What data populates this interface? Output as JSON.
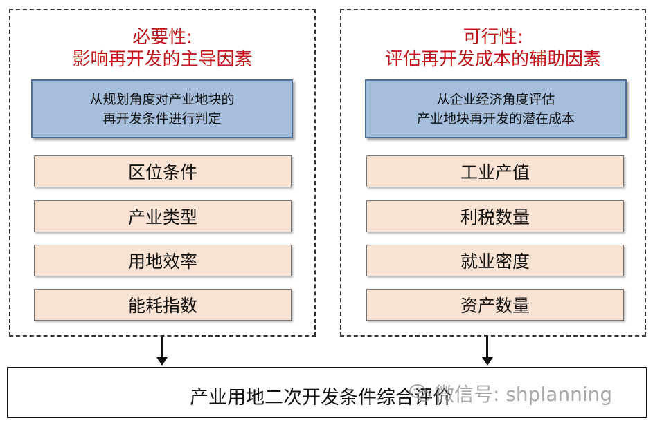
{
  "left": {
    "title_line1": "必要性:",
    "title_line2": "影响再开发的主导因素",
    "box_line1": "从规划角度对产业地块的",
    "box_line2": "再开发条件进行判定",
    "items": [
      "区位条件",
      "产业类型",
      "用地效率",
      "能耗指数"
    ]
  },
  "right": {
    "title_line1": "可行性:",
    "title_line2": "评估再开发成本的辅助因素",
    "box_line1": "从企业经济角度评估",
    "box_line2": "产业地块再开发的潜在成本",
    "items": [
      "工业产值",
      "利税数量",
      "就业密度",
      "资产数量"
    ]
  },
  "bottom": {
    "text": "产业用地二次开发条件综合评价"
  },
  "watermark": {
    "text": "微信号: shplanning"
  },
  "colors": {
    "title_red": "#c0161a",
    "blue_fill": "#a4bedb",
    "item_fill": "#fbe3d3"
  }
}
